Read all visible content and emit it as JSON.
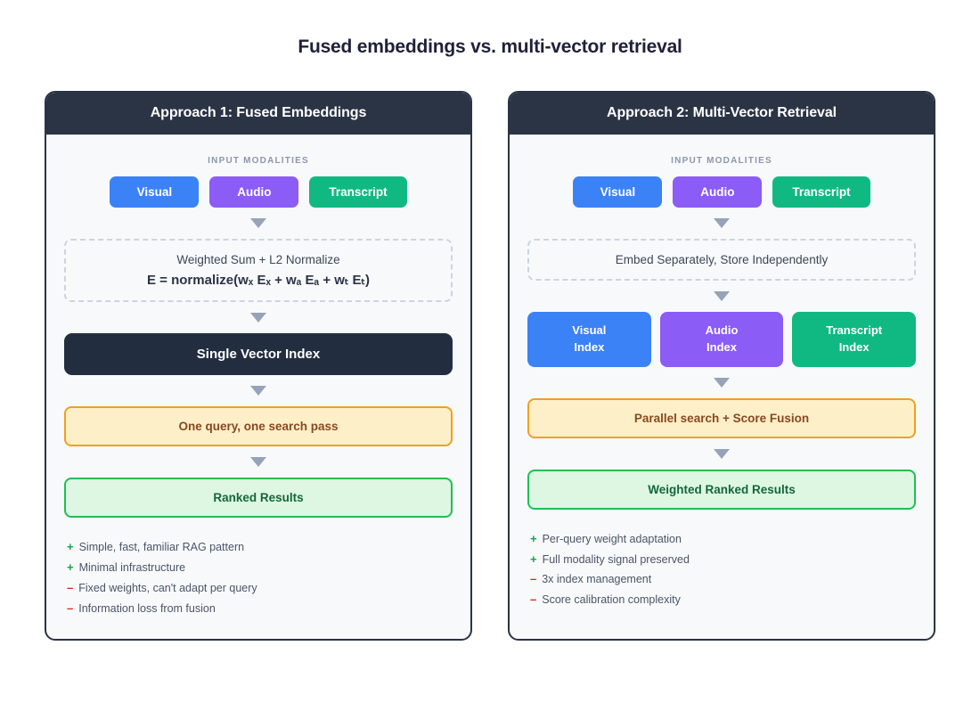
{
  "title": "Fused embeddings vs. multi-vector retrieval",
  "cards": [
    {
      "header": "Approach 1: Fused Embeddings",
      "section_label": "INPUT MODALITIES",
      "modalities": [
        {
          "label": "Visual",
          "color": "#3b82f6"
        },
        {
          "label": "Audio",
          "color": "#8b5cf6"
        },
        {
          "label": "Transcript",
          "color": "#10b981"
        }
      ],
      "process": {
        "line1": "Weighted Sum + L2 Normalize",
        "formula_prefix": "E = normalize(w",
        "formula": "E = normalize(wₓ Eₓ + wₐ Eₐ + wₜ Eₜ)"
      },
      "index_box": "Single Vector Index",
      "search_box": "One query, one search pass",
      "results_box": "Ranked Results",
      "notes": [
        {
          "type": "pro",
          "mark": "+",
          "text": "Simple, fast, familiar RAG pattern"
        },
        {
          "type": "pro",
          "mark": "+",
          "text": "Minimal infrastructure"
        },
        {
          "type": "con",
          "mark": "–",
          "text": "Fixed weights, can't adapt per query"
        },
        {
          "type": "con",
          "mark": "–",
          "text": "Information loss from fusion"
        }
      ]
    },
    {
      "header": "Approach 2: Multi-Vector Retrieval",
      "section_label": "INPUT MODALITIES",
      "modalities": [
        {
          "label": "Visual",
          "color": "#3b82f6"
        },
        {
          "label": "Audio",
          "color": "#8b5cf6"
        },
        {
          "label": "Transcript",
          "color": "#10b981"
        }
      ],
      "process": {
        "line1": "Embed Separately, Store Independently"
      },
      "indexes": [
        {
          "line1": "Visual",
          "line2": "Index",
          "color": "#3b82f6"
        },
        {
          "line1": "Audio",
          "line2": "Index",
          "color": "#8b5cf6"
        },
        {
          "line1": "Transcript",
          "line2": "Index",
          "color": "#10b981"
        }
      ],
      "search_box": "Parallel search + Score Fusion",
      "results_box": "Weighted Ranked Results",
      "notes": [
        {
          "type": "pro",
          "mark": "+",
          "text": "Per-query weight adaptation"
        },
        {
          "type": "pro",
          "mark": "+",
          "text": "Full modality signal preserved"
        },
        {
          "type": "con",
          "mark": "–",
          "text": "3x index management"
        },
        {
          "type": "con",
          "mark": "–",
          "text": "Score calibration complexity"
        }
      ]
    }
  ],
  "colors": {
    "header_bg": "#2b3445",
    "card_bg": "#f8f9fb",
    "arrow": "#96a3b8",
    "yellow_fill": "#fdf0c8",
    "yellow_border": "#f0a020",
    "green_fill": "#ddf7e3",
    "green_border": "#1fbf52",
    "dark_box": "#222e40",
    "pro": "#16a34a",
    "con": "#dc2626"
  }
}
